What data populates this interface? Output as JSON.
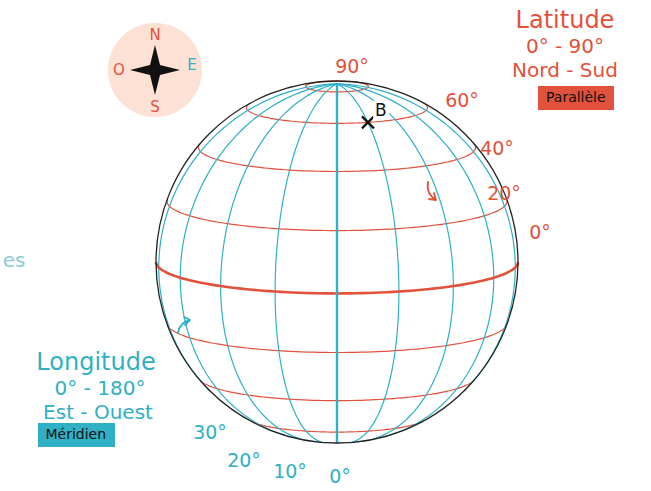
{
  "diagram": {
    "nodes": [
      {
        "text": [
          "N",
          "O",
          "E",
          "S"
        ]
      },
      {
        "text": [
          "Parallèle"
        ]
      },
      {
        "text": [
          "Méridien"
        ]
      }
    ],
    "labels": [
      "Latitude",
      "0° - 90°",
      "Nord - Sud",
      "90°",
      "60°",
      "40°",
      "20°",
      "0°",
      "B",
      "es",
      "Longitude",
      "0° - 180°",
      "Est - Ouest",
      "30°",
      "20°",
      "10°",
      "0°"
    ]
  }
}
